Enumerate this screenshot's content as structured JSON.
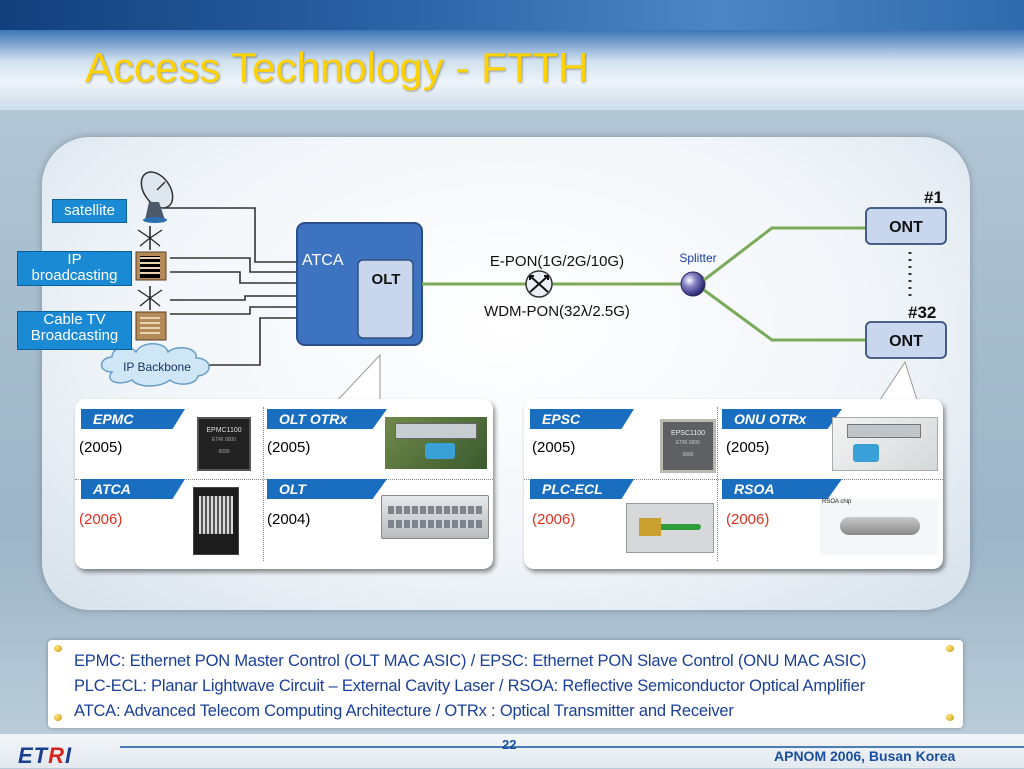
{
  "title": "Access Technology - FTTH",
  "sources": {
    "satellite": "satellite",
    "ip_broadcasting": [
      "IP",
      "broadcasting"
    ],
    "cable_tv": [
      "Cable TV",
      "Broadcasting"
    ],
    "ip_backbone": "IP Backbone"
  },
  "network": {
    "atca": "ATCA",
    "olt": "OLT",
    "epon": "E-PON(1G/2G/10G)",
    "wdm": "WDM-PON(32λ/2.5G)",
    "splitter": "Splitter",
    "ont_first_num": "#1",
    "ont_last_num": "#32",
    "ont": "ONT"
  },
  "left_callout": [
    {
      "tag": "EPMC",
      "year": "(2005)",
      "year_color": "#000000",
      "chip_text": [
        "EPMC1100",
        "ETRI 0000",
        "0000"
      ]
    },
    {
      "tag": "OLT OTRx",
      "year": "(2005)",
      "year_color": "#000000"
    },
    {
      "tag": "ATCA",
      "year": "(2006)",
      "year_color": "#e0301e"
    },
    {
      "tag": "OLT",
      "year": "(2004)",
      "year_color": "#000000"
    }
  ],
  "right_callout": [
    {
      "tag": "EPSC",
      "year": "(2005)",
      "year_color": "#000000",
      "chip_text": [
        "EPSC1100",
        "ETRI 0000",
        "0000"
      ]
    },
    {
      "tag": "ONU OTRx",
      "year": "(2005)",
      "year_color": "#000000"
    },
    {
      "tag": "PLC-ECL",
      "year": "(2006)",
      "year_color": "#e0301e"
    },
    {
      "tag": "RSOA",
      "year": "(2006)",
      "year_color": "#e0301e",
      "photo_label": "RSOA chip"
    }
  ],
  "legend": [
    "EPMC: Ethernet PON Master Control (OLT MAC ASIC) / EPSC: Ethernet PON Slave Control (ONU MAC ASIC)",
    "PLC-ECL: Planar Lightwave Circuit – External Cavity Laser / RSOA: Reflective Semiconductor Optical Amplifier",
    "ATCA: Advanced Telecom Computing Architecture / OTRx : Optical Transmitter and Receiver"
  ],
  "footer": {
    "page": "22",
    "event": "APNOM 2006, Busan Korea",
    "logo_a": "ET",
    "logo_b": "R",
    "logo_c": "I"
  },
  "colors": {
    "title": "#ffd200",
    "tag_bg": "#1a6ec0",
    "label_bg": "#1a8ad4",
    "fiber": "#7aaa5a",
    "legend_text": "#1a3f9a"
  }
}
